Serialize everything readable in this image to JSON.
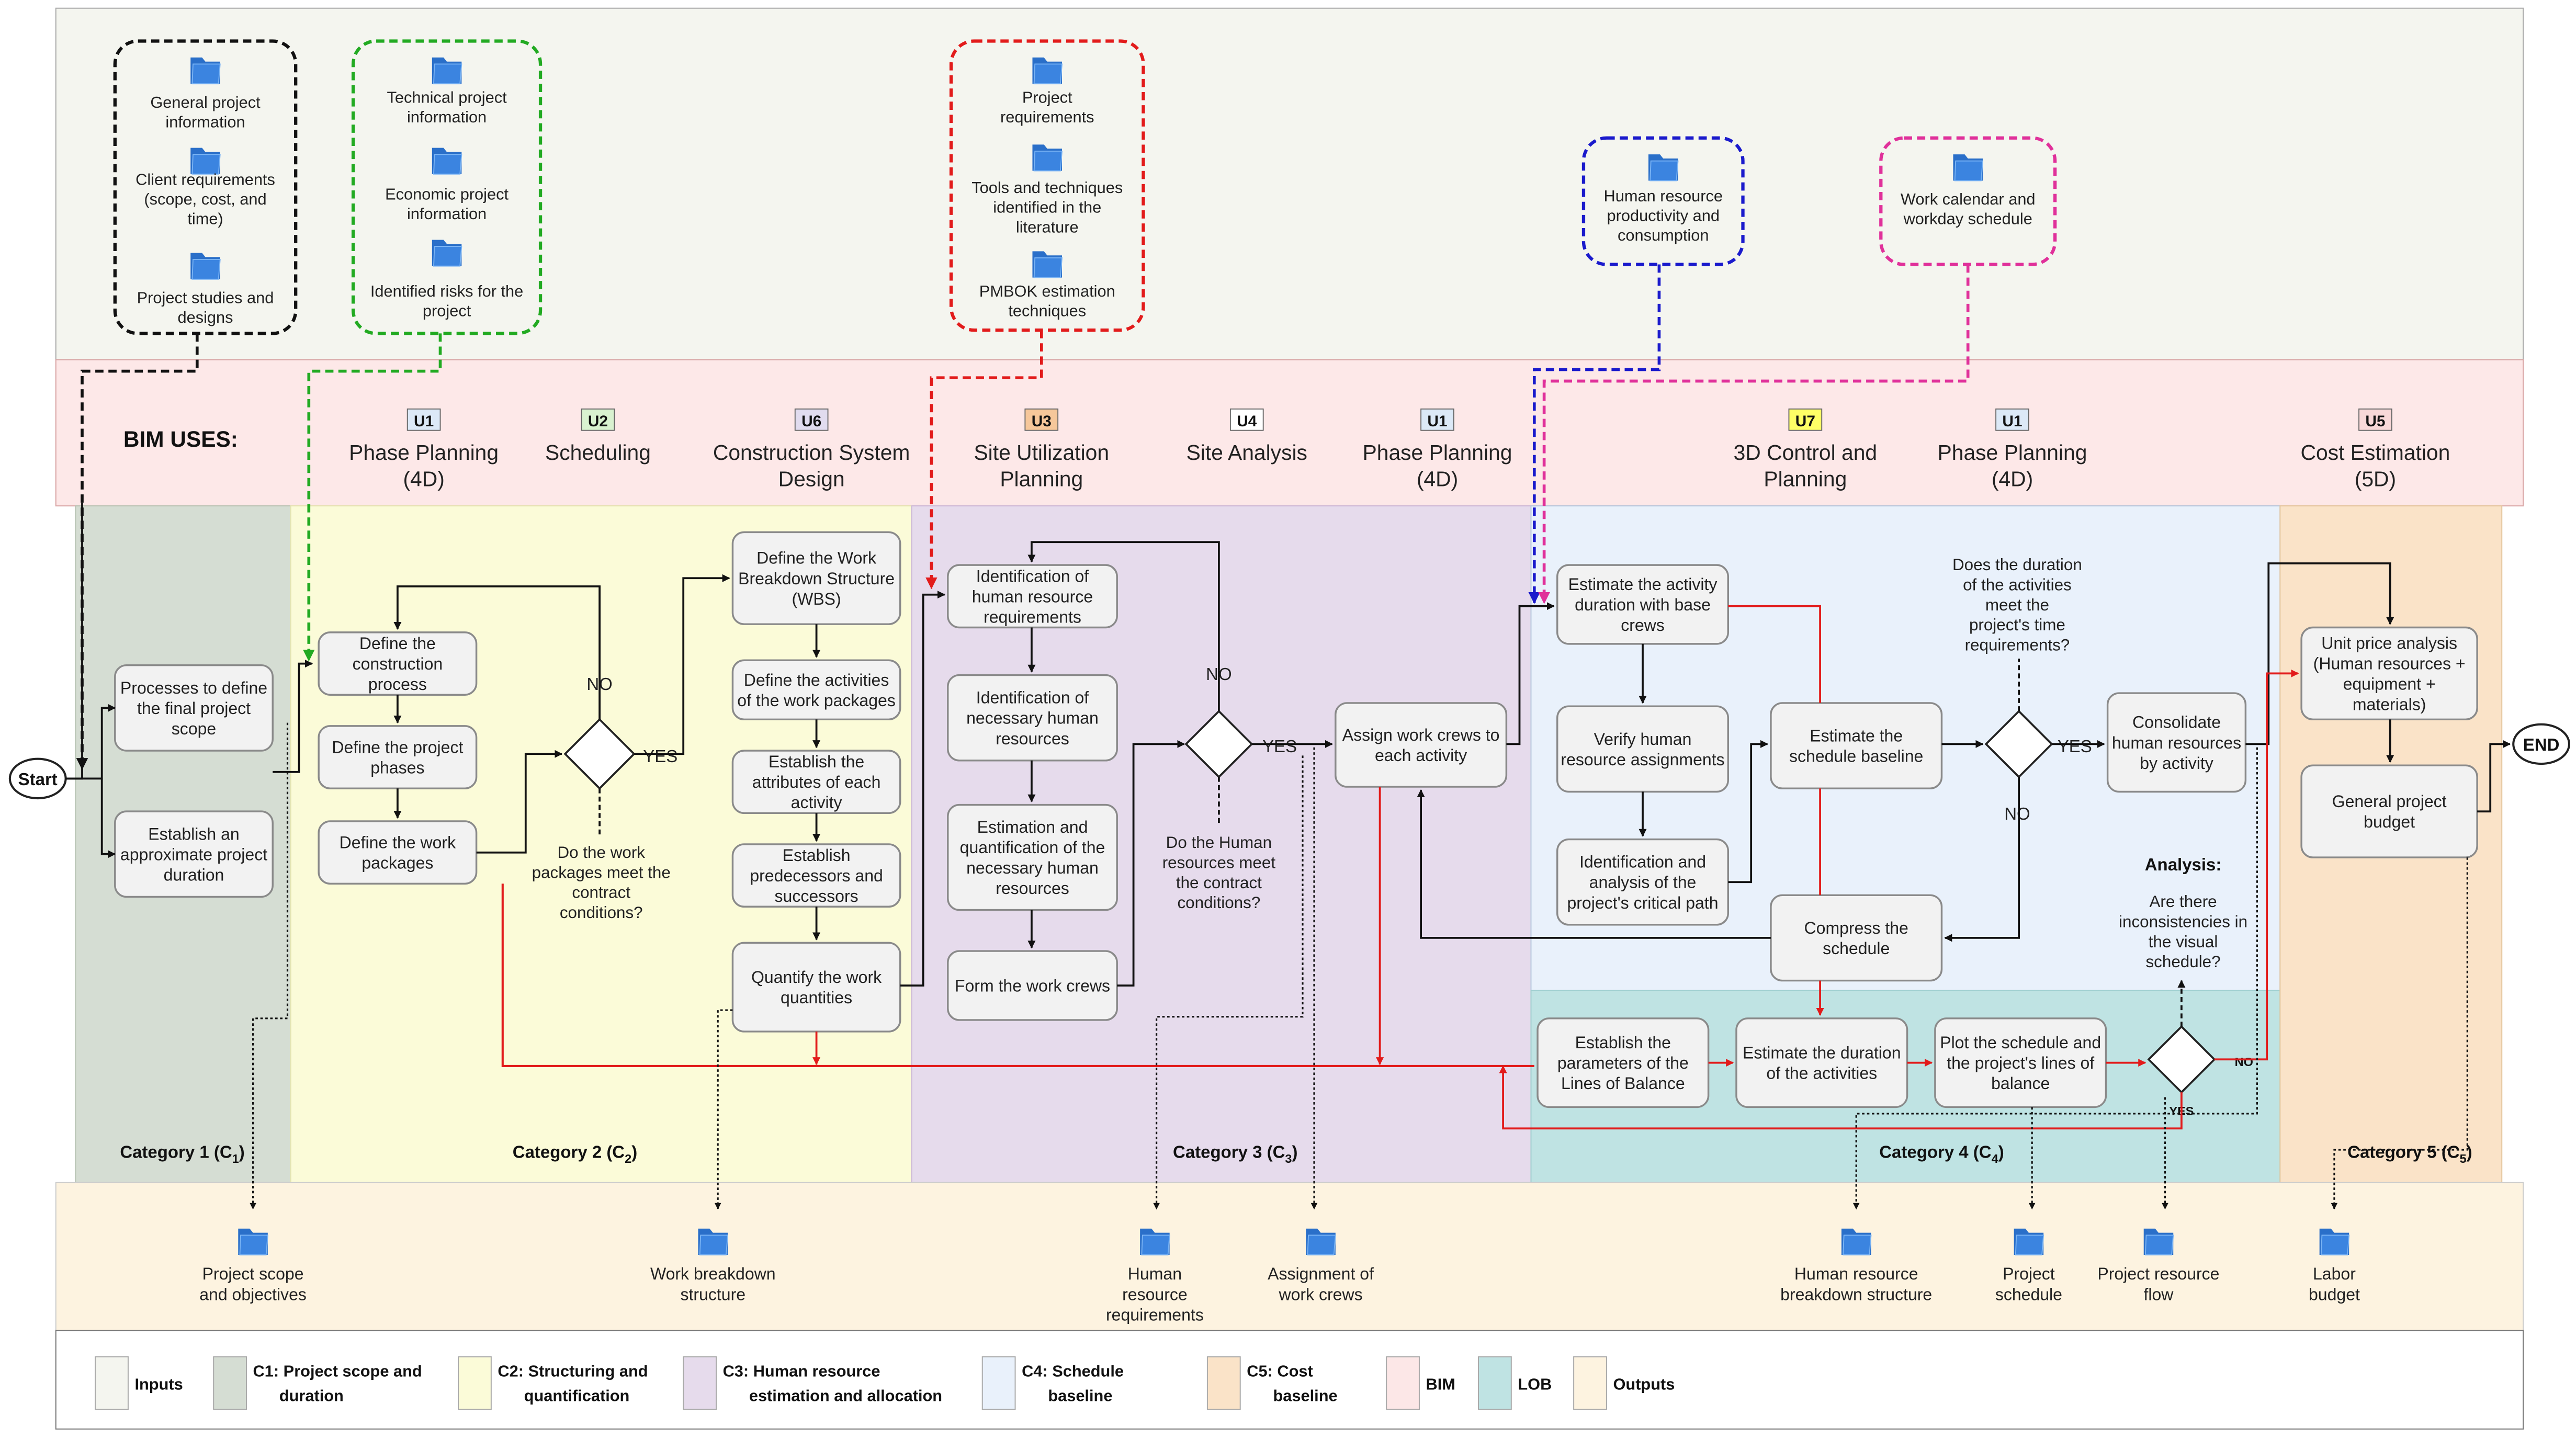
{
  "start_label": "Start",
  "end_label": "END",
  "bim_uses_label": "BIM USES:",
  "input_groups": [
    {
      "items": [
        "General project information",
        "Client requirements (scope, cost, and time)",
        "Project studies and designs"
      ]
    },
    {
      "items": [
        "Technical project information",
        "Economic project information",
        "Identified risks for the project"
      ]
    },
    {
      "items": [
        "Project requirements",
        "Tools and techniques identified in the literature",
        "PMBOK estimation techniques"
      ]
    },
    {
      "items": [
        "Human resource productivity and consumption"
      ]
    },
    {
      "items": [
        "Work calendar and workday schedule"
      ]
    }
  ],
  "bim_uses": [
    {
      "code": "U1",
      "name": "Phase Planning",
      "sub": "(4D)",
      "color": "#dce9f7"
    },
    {
      "code": "U2",
      "name": "Scheduling",
      "sub": "",
      "color": "#d9f2d0"
    },
    {
      "code": "U6",
      "name": "Construction System",
      "sub": "Design",
      "color": "#e1dcef"
    },
    {
      "code": "U3",
      "name": "Site Utilization",
      "sub": "Planning",
      "color": "#f6c79a"
    },
    {
      "code": "U4",
      "name": "Site Analysis",
      "sub": "",
      "color": "#ffffff"
    },
    {
      "code": "U1",
      "name": "Phase Planning",
      "sub": "(4D)",
      "color": "#dce9f7"
    },
    {
      "code": "U7",
      "name": "3D Control and",
      "sub": "Planning",
      "color": "#ffff66"
    },
    {
      "code": "U1",
      "name": "Phase Planning",
      "sub": "(4D)",
      "color": "#dce9f7"
    },
    {
      "code": "U5",
      "name": "Cost Estimation",
      "sub": "(5D)",
      "color": "#f8d8d8"
    }
  ],
  "categories": [
    {
      "label": "Category 1 (C",
      "sub": "1",
      "close": ")"
    },
    {
      "label": "Category 2 (C",
      "sub": "2",
      "close": ")"
    },
    {
      "label": "Category 3 (C",
      "sub": "3",
      "close": ")"
    },
    {
      "label": "Category 4 (C",
      "sub": "4",
      "close": ")"
    },
    {
      "label": "Category 5 (C",
      "sub": "5",
      "close": ")"
    }
  ],
  "processes": {
    "c1_scope": [
      "Processes to define",
      "the final project",
      "scope"
    ],
    "c1_duration": [
      "Establish an",
      "approximate project",
      "duration"
    ],
    "c2_construction": [
      "Define the",
      "construction",
      "process"
    ],
    "c2_phases": [
      "Define the project",
      "phases"
    ],
    "c2_packages": [
      "Define the work",
      "packages"
    ],
    "c2_wbs": [
      "Define the Work",
      "Breakdown Structure",
      "(WBS)"
    ],
    "c2_activities": [
      "Define the activities",
      "of the work packages"
    ],
    "c2_attributes": [
      "Establish the",
      "attributes of each",
      "activity"
    ],
    "c2_predecessors": [
      "Establish",
      "predecessors and",
      "successors"
    ],
    "c2_quantify": [
      "Quantify the work",
      "quantities"
    ],
    "c3_hr_req": [
      "Identification of",
      "human resource",
      "requirements"
    ],
    "c3_hr_necessary": [
      "Identification of",
      "necessary human",
      "resources"
    ],
    "c3_estimation": [
      "Estimation and",
      "quantification of the",
      "necessary human",
      "resources"
    ],
    "c3_crews": [
      "Form the work crews"
    ],
    "c3_assign": [
      "Assign work crews to",
      "each activity"
    ],
    "c4_duration": [
      "Estimate the activity",
      "duration with base",
      "crews"
    ],
    "c4_verify": [
      "Verify human",
      "resource assignments"
    ],
    "c4_critical": [
      "Identification and",
      "analysis of the",
      "project's critical path"
    ],
    "c4_baseline": [
      "Estimate the",
      "schedule baseline"
    ],
    "c4_consolidate": [
      "Consolidate",
      "human resources",
      "by activity"
    ],
    "c4_compress": [
      "Compress the",
      "schedule"
    ],
    "c4_lob_params": [
      "Establish the",
      "parameters of the",
      "Lines of Balance"
    ],
    "c4_lob_duration": [
      "Estimate the duration",
      "of the activities"
    ],
    "c4_lob_plot": [
      "Plot the schedule and",
      "the project's lines of",
      "balance"
    ],
    "c5_unit_price": [
      "Unit price analysis",
      "(Human resources +",
      "equipment +",
      "materials)"
    ],
    "c5_budget": [
      "General project",
      "budget"
    ]
  },
  "decisions": {
    "d1_question": [
      "Do the work",
      "packages meet the",
      "contract",
      "conditions?"
    ],
    "d2_question": [
      "Do the Human",
      "resources meet",
      "the contract",
      "conditions?"
    ],
    "d3_question": [
      "Does the duration",
      "of the activities",
      "meet the",
      "project's time",
      "requirements?"
    ],
    "d4_analysis_title": "Analysis:",
    "d4_question": [
      "Are there",
      "inconsistencies in",
      "the visual",
      "schedule?"
    ],
    "yes": "YES",
    "no": "NO"
  },
  "outputs": [
    [
      "Project scope",
      "and objectives"
    ],
    [
      "Work breakdown",
      "structure"
    ],
    [
      "Human",
      "resource",
      "requirements"
    ],
    [
      "Assignment of",
      "work crews"
    ],
    [
      "Human resource",
      "breakdown structure"
    ],
    [
      "Project",
      "schedule"
    ],
    [
      "Project resource",
      "flow"
    ],
    [
      "Labor",
      "budget"
    ]
  ],
  "legend": [
    {
      "label": [
        "Inputs"
      ],
      "color": "#f4f5ef"
    },
    {
      "label": [
        "C1: Project scope and",
        "duration"
      ],
      "color": "#d5ddd3"
    },
    {
      "label": [
        "C2: Structuring and",
        "quantification"
      ],
      "color": "#fbfbd8"
    },
    {
      "label": [
        "C3: Human resource",
        "estimation and allocation"
      ],
      "color": "#e6dbec"
    },
    {
      "label": [
        "C4: Schedule",
        "baseline"
      ],
      "color": "#e9f1fb"
    },
    {
      "label": [
        "C5: Cost",
        "baseline"
      ],
      "color": "#fae3c8"
    },
    {
      "label": [
        "BIM"
      ],
      "color": "#fce7e7"
    },
    {
      "label": [
        "LOB"
      ],
      "color": "#bfe3e3"
    },
    {
      "label": [
        "Outputs"
      ],
      "color": "#fdf3e0"
    }
  ],
  "colors": {
    "inputs_band": "#f4f5ef",
    "bim_band": "#fde8e8",
    "outputs_band": "#fdf3e0",
    "c1": "#d5ddd3",
    "c2": "#fbfbd8",
    "c3": "#e6dbec",
    "c4": "#e9f1fb",
    "c5": "#fae3c8",
    "lob": "#bfe3e3",
    "red_flow": "#e21b1b",
    "folder": "#3b84e0"
  }
}
